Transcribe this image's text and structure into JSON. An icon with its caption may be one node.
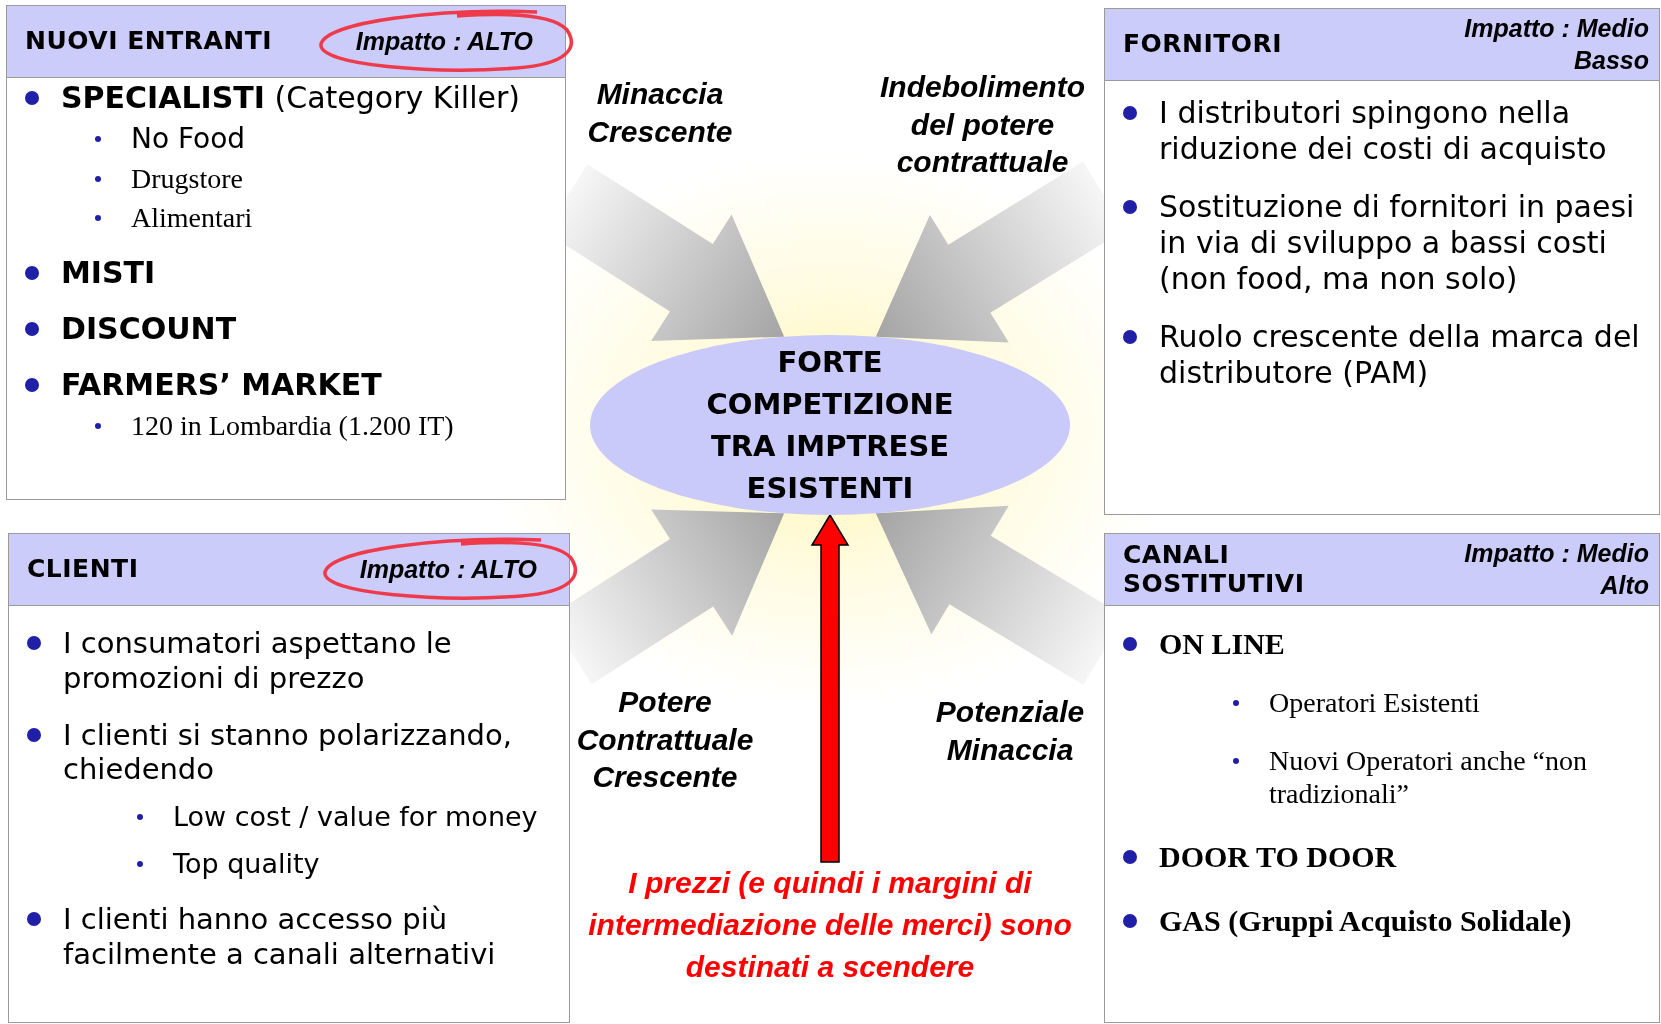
{
  "diagram": {
    "nodes": [
      {
        "text": [
          "NUOVI ENTRANTI",
          "Impatto : ALTO",
          "**SPECIALISTI** (Category Killer)",
          "No Food",
          "Drugstore",
          "Alimentari",
          "MISTI",
          "DISCOUNT",
          "FARMERS’ MARKET",
          "120 in Lombardia  (1.200  IT)"
        ]
      },
      {
        "text": [
          "FORNITORI",
          "Impatto : Medio Basso",
          "I distributori spingono nella riduzione dei costi di acquisto",
          "Sostituzione di fornitori in paesi in via di sviluppo a bassi costi  (non food, ma non solo)",
          "Ruolo crescente della marca del distributore (PAM)"
        ]
      },
      {
        "text": [
          "CLIENTI",
          "Impatto : ALTO",
          "I consumatori aspettano le promozioni di prezzo",
          "I clienti si stanno polarizzando, chiedendo",
          "Low cost / value for money",
          "Top quality",
          "I clienti hanno accesso più facilmente a canali alternativi"
        ]
      },
      {
        "text": [
          "CANALI SOSTITUTIVI",
          "Impatto : Medio Alto",
          "ON LINE",
          "Operatori Esistenti",
          "Nuovi Operatori  anche “non tradizionali”",
          "DOOR TO DOOR",
          "GAS (Gruppi Acquisto Solidale)"
        ]
      },
      {
        "text": [
          "FORTE COMPETIZIONE TRA IMPTRESE ESISTENTI"
        ]
      },
      {
        "text": [
          "I prezzi  (e quindi  i margini  di intermediazione delle merci) sono destinati a scendere"
        ]
      }
    ],
    "edges": [
      {
        "from": 0,
        "to": 4,
        "arrow": "to",
        "label": "Minaccia Crescente"
      },
      {
        "from": 1,
        "to": 4,
        "arrow": "to",
        "label": "Indebolimento del potere contrattuale"
      },
      {
        "from": 2,
        "to": 4,
        "arrow": "to",
        "label": "Potere Contrattuale Crescente"
      },
      {
        "from": 3,
        "to": 4,
        "arrow": "to",
        "label": "Potenziale Minaccia"
      },
      {
        "from": 5,
        "to": 4,
        "arrow": "to",
        "color": "#ff0000"
      }
    ]
  }
}
